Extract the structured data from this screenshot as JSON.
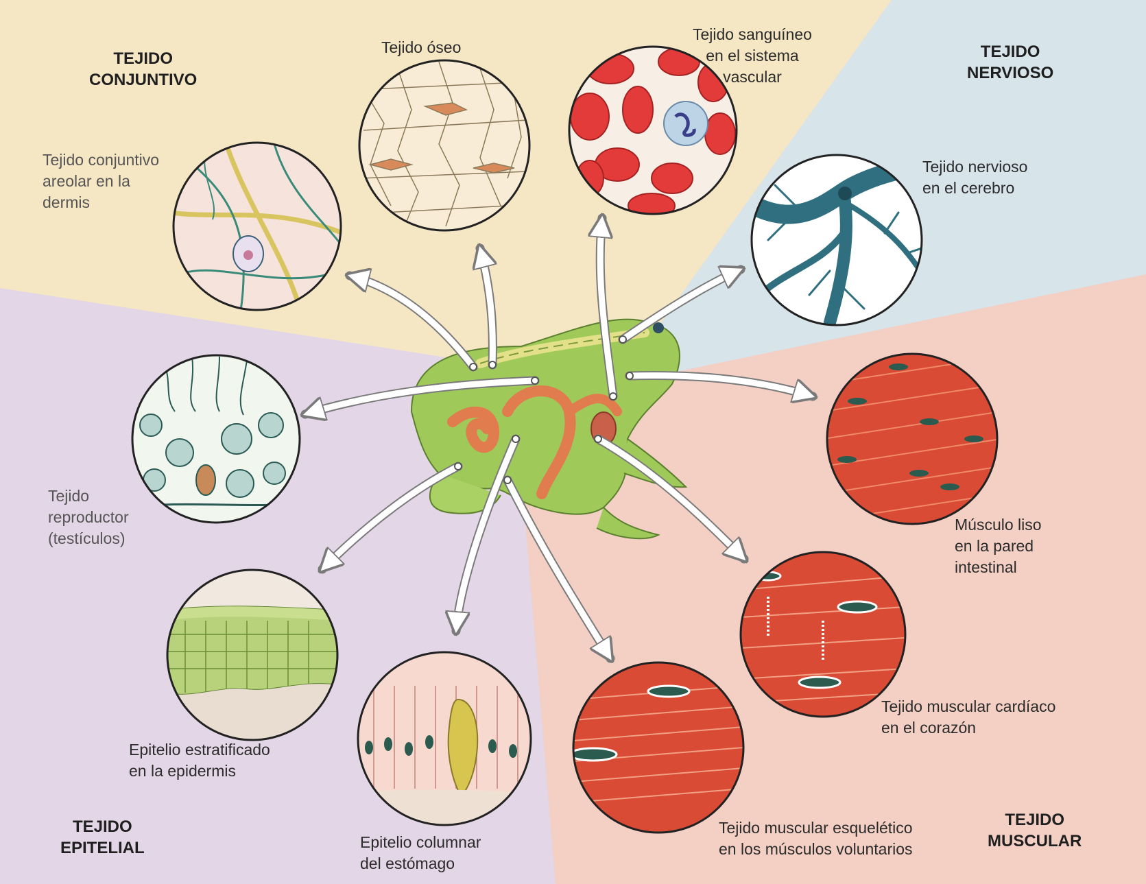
{
  "categories": {
    "connective": [
      "TEJIDO",
      "CONJUNTIVO"
    ],
    "nervous": [
      "TEJIDO",
      "NERVIOSO"
    ],
    "epithelial": [
      "TEJIDO",
      "EPITELIAL"
    ],
    "muscular": [
      "TEJIDO",
      "MUSCULAR"
    ]
  },
  "labels": {
    "bone": [
      "Tejido óseo"
    ],
    "blood": [
      "Tejido sanguíneo",
      "en el sistema",
      "vascular"
    ],
    "areolar": [
      "Tejido conjuntivo",
      "areolar en la",
      "dermis"
    ],
    "nerve": [
      "Tejido nervioso",
      "en el cerebro"
    ],
    "reproductive": [
      "Tejido",
      "reproductor",
      "(testículos)"
    ],
    "smooth": [
      "Músculo liso",
      "en la pared",
      "intestinal"
    ],
    "stratified": [
      "Epitelio estratificado",
      "en la epidermis"
    ],
    "columnar": [
      "Epitelio columnar",
      "del estómago"
    ],
    "cardiac": [
      "Tejido muscular cardíaco",
      "en el corazón"
    ],
    "skeletal": [
      "Tejido muscular esquelético",
      "en los músculos voluntarios"
    ]
  },
  "colors": {
    "connective_bg": "#f5e6c4",
    "nervous_bg": "#d7e4ea",
    "epithelial_bg": "#e3d6e6",
    "muscular_bg": "#f3cfc4",
    "frog_green": "#9fca5a",
    "muscle_red": "#d94b35",
    "blood_cell": "#e23b3a"
  }
}
